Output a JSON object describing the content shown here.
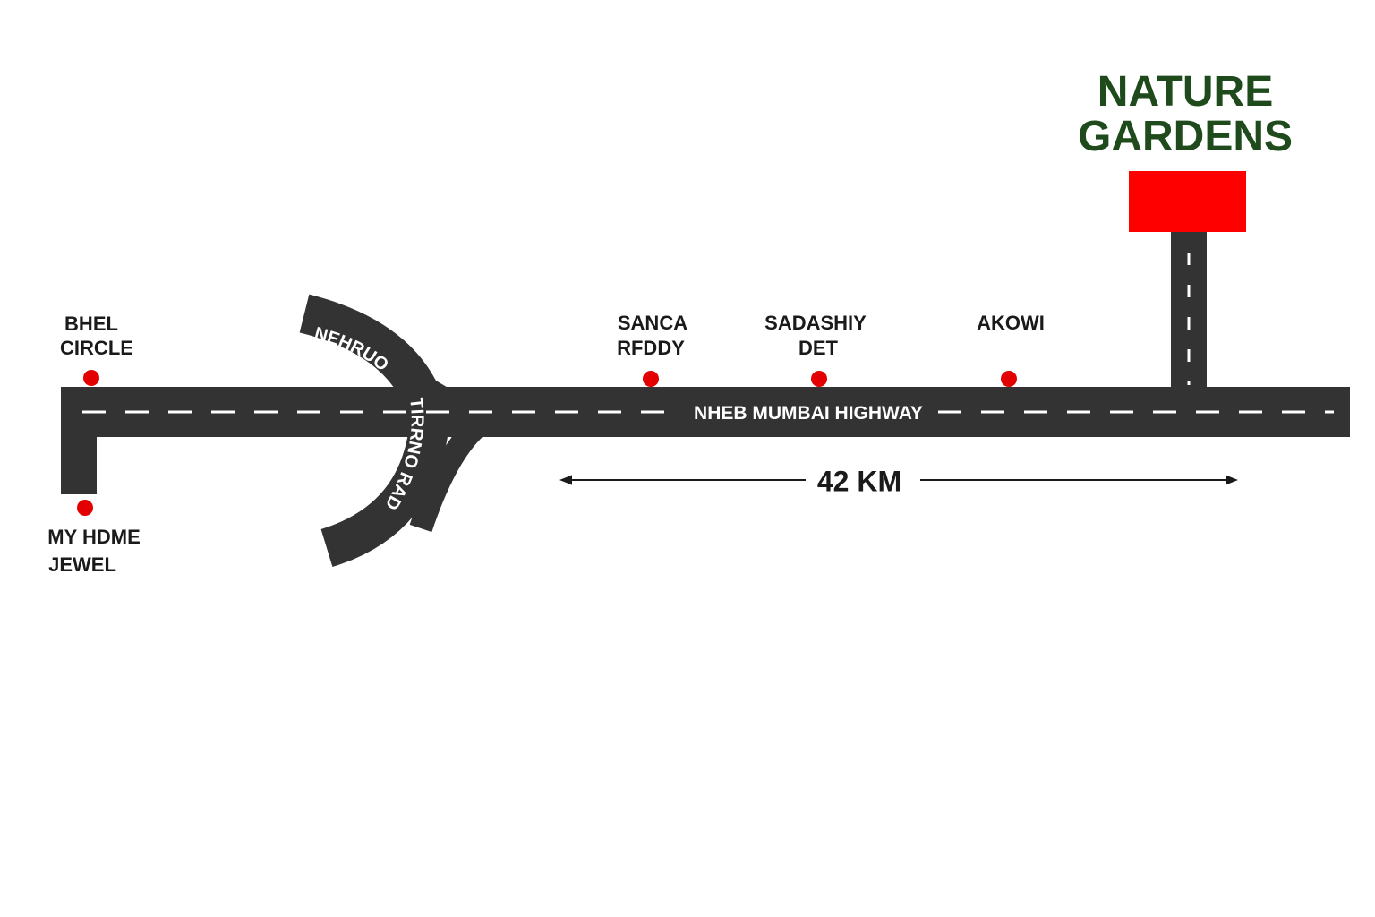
{
  "destination": {
    "title_line1": "NATURE",
    "title_line2": "GARDENS",
    "title_color": "#1f4a1c",
    "marker_color": "#ff0000"
  },
  "highway": {
    "label": "NHEB MUMBAI HIGHWAY",
    "road_color": "#333333",
    "lane_marking_color": "#ffffff"
  },
  "ring_road": {
    "label_part1": "NEHRUO",
    "label_part2": "TIRRNO RAD"
  },
  "distance": {
    "label": "42 KM"
  },
  "stops": [
    {
      "line1": "BHEL",
      "line2": "CIRCLE"
    },
    {
      "line1": "SANCA",
      "line2": "RFDDY"
    },
    {
      "line1": "SADASHIY",
      "line2": "DET"
    },
    {
      "line1": "AKOWI",
      "line2": ""
    },
    {
      "line1": "MY HDME",
      "line2": "JEWEL"
    }
  ],
  "stop_marker_color": "#e30000"
}
